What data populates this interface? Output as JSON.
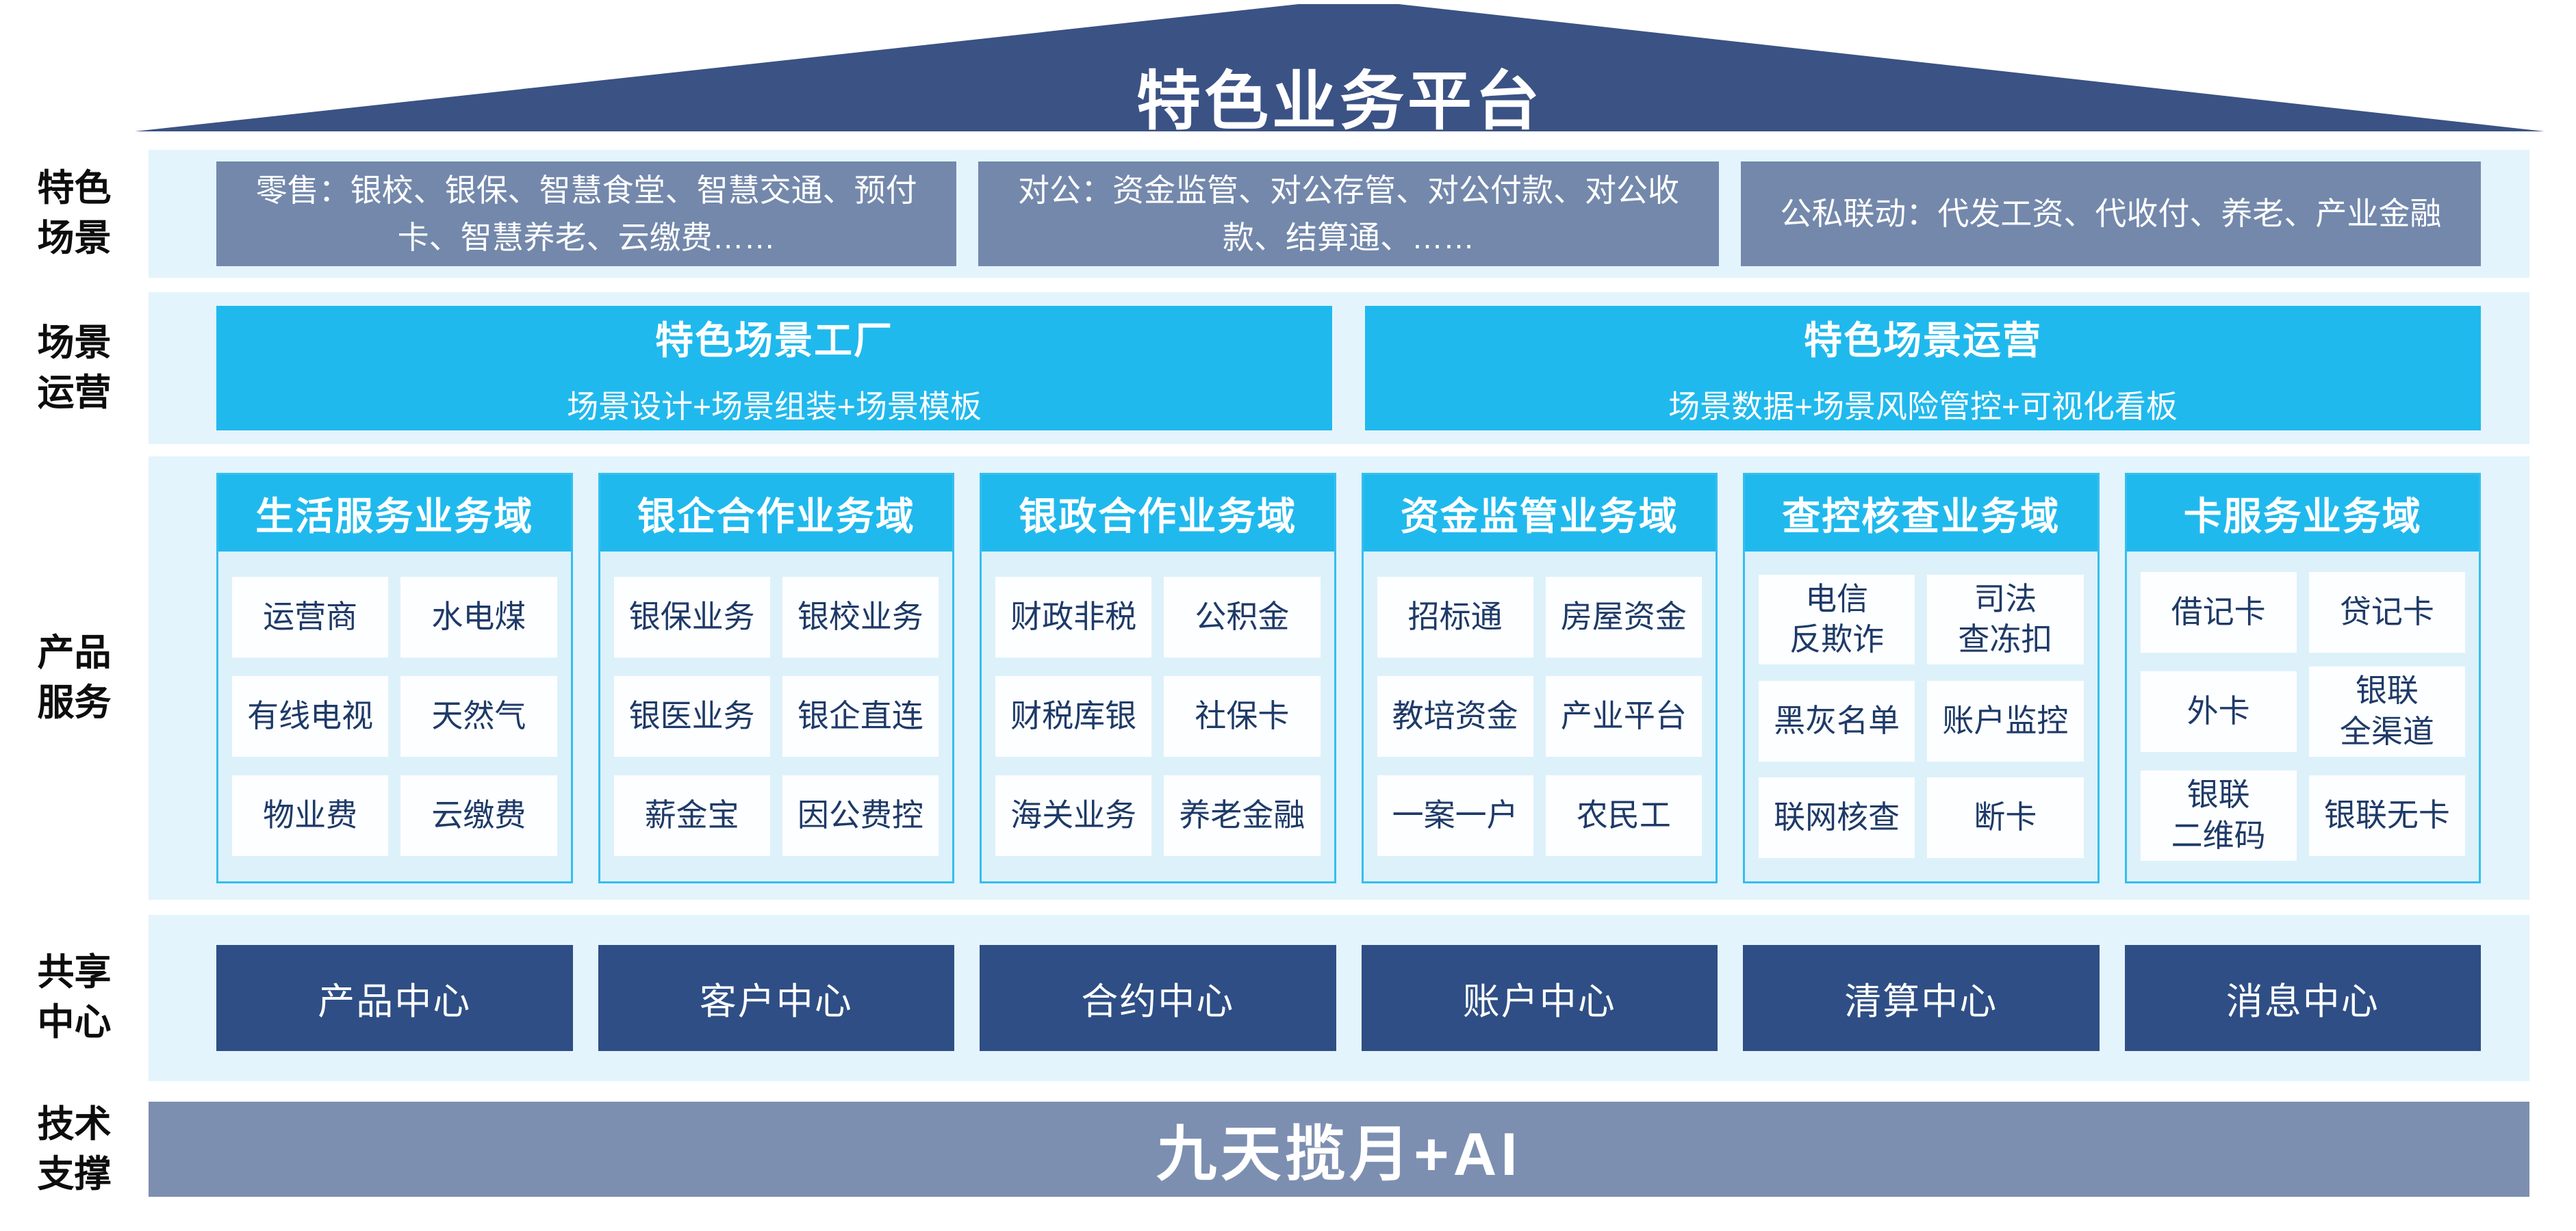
{
  "diagram": {
    "title": "特色业务平台",
    "rows": {
      "scene": {
        "label": "特色\n场景",
        "boxes": [
          "零售：银校、银保、智慧食堂、智慧交通、预付卡、智慧养老、云缴费……",
          "对公：资金监管、对公存管、对公付款、对公收款、结算通、……",
          "公私联动：代发工资、代收付、养老、产业金融"
        ]
      },
      "operation": {
        "label": "场景\n运营",
        "boxes": [
          {
            "title": "特色场景工厂",
            "subtitle": "场景设计+场景组装+场景模板"
          },
          {
            "title": "特色场景运营",
            "subtitle": "场景数据+场景风险管控+可视化看板"
          }
        ]
      },
      "product": {
        "label": "产品\n服务",
        "domains": [
          {
            "title": "生活服务业务域",
            "items": [
              "运营商",
              "水电煤",
              "有线电视",
              "天然气",
              "物业费",
              "云缴费"
            ]
          },
          {
            "title": "银企合作业务域",
            "items": [
              "银保业务",
              "银校业务",
              "银医业务",
              "银企直连",
              "薪金宝",
              "因公费控"
            ]
          },
          {
            "title": "银政合作业务域",
            "items": [
              "财政非税",
              "公积金",
              "财税库银",
              "社保卡",
              "海关业务",
              "养老金融"
            ]
          },
          {
            "title": "资金监管业务域",
            "items": [
              "招标通",
              "房屋资金",
              "教培资金",
              "产业平台",
              "一案一户",
              "农民工"
            ]
          },
          {
            "title": "查控核查业务域",
            "items": [
              "电信\n反欺诈",
              "司法\n查冻扣",
              "黑灰名单",
              "账户监控",
              "联网核查",
              "断卡"
            ]
          },
          {
            "title": "卡服务业务域",
            "items": [
              "借记卡",
              "贷记卡",
              "外卡",
              "银联\n全渠道",
              "银联\n二维码",
              "银联无卡"
            ]
          }
        ]
      },
      "share": {
        "label": "共享\n中心",
        "centers": [
          "产品中心",
          "客户中心",
          "合约中心",
          "账户中心",
          "清算中心",
          "消息中心"
        ]
      },
      "tech": {
        "label": "技术\n支撑",
        "bar": "九天揽月+AI"
      }
    },
    "colors": {
      "roof_navy": "#3B5284",
      "band_light_blue": "#E3F4FC",
      "slate_box": "#7388AB",
      "cyan": "#20B9ED",
      "column_bg": "#DDF1FA",
      "column_border": "#35BEEF",
      "cell_text_navy": "#1E3A67",
      "center_navy": "#2E4E85",
      "tech_bar_slate": "#7D8FB1"
    }
  }
}
